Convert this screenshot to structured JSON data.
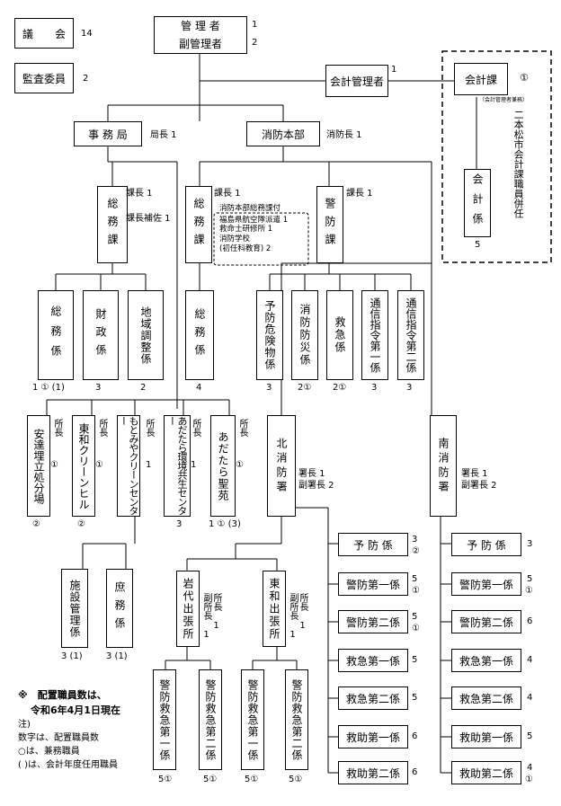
{
  "top": {
    "council": "議　　会",
    "council_n": "14",
    "audit": "監査委員",
    "audit_n": "2",
    "admin": "管 理 者",
    "admin_n": "1",
    "vice": "副管理者",
    "vice_n": "2"
  },
  "accounting": {
    "manager": "会計管理者",
    "manager_n": "1",
    "div": "会計課",
    "div_n": "①",
    "div_note": "（会計管理者兼務）",
    "concurrent": "二本松市会計課職員併任",
    "sec": "会計係",
    "sec_n": "5"
  },
  "secretariat": {
    "name": "事 務 局",
    "head": "局長 1",
    "general": "総務課",
    "general_staff": "課長 1",
    "general_staff2": "課長補佐 1",
    "secs": [
      {
        "name": "総務係",
        "n": "1 ① (1)"
      },
      {
        "name": "財政係",
        "n": "3"
      },
      {
        "name": "地域調整係",
        "n": "2"
      }
    ]
  },
  "hq": {
    "name": "消防本部",
    "head": "消防長 1",
    "general": "総務課",
    "general_staff": "課長 1",
    "dispatch_title": "消防本部総務課付",
    "dispatch": [
      "福島県航空隊派遣 1",
      "救命士研修所 1",
      "消防学校",
      "(初任科教育) 2"
    ],
    "general_sec": "総務係",
    "general_sec_n": "4",
    "guard": "警防課",
    "guard_staff": "課長 1",
    "guard_secs": [
      {
        "name": "予防危険物係",
        "n": "3"
      },
      {
        "name": "消防防災係",
        "n": "2①"
      },
      {
        "name": "救急係",
        "n": "2①"
      },
      {
        "name": "通信指令第一係",
        "n": "3"
      },
      {
        "name": "通信指令第二係",
        "n": "3"
      }
    ]
  },
  "facilities": [
    {
      "name": "安達埋立処分場",
      "head": "所長",
      "head_n": "①",
      "n": "②"
    },
    {
      "name": "東和クリーンヒル",
      "head": "所長",
      "head_n": "①",
      "n": "②"
    },
    {
      "name": "もとみやクリーンセンター",
      "head": "所長",
      "head_n": "1",
      "n": ""
    },
    {
      "name": "あだたら環境共生センター",
      "head": "所長",
      "head_n": "1",
      "n": "3"
    },
    {
      "name": "あだたら聖苑",
      "head": "所長",
      "head_n": "①",
      "n": "1 ① (3)"
    }
  ],
  "motomiya_secs": [
    {
      "name": "施設管理係",
      "n": "3 (1)"
    },
    {
      "name": "庶務係",
      "n": "3 (1)"
    }
  ],
  "north": {
    "name": "北消防署",
    "staff1": "署長 1",
    "staff2": "副署長 2",
    "branches": [
      {
        "name": "岩代出張所",
        "staff": "所長 1　副所長 1"
      },
      {
        "name": "東和出張所",
        "staff": "所長 1　副所長 1"
      }
    ],
    "branch_secs": [
      {
        "name": "警防救急第一係",
        "n": "5①"
      },
      {
        "name": "警防救急第二係",
        "n": "5①"
      },
      {
        "name": "警防救急第一係",
        "n": "5①"
      },
      {
        "name": "警防救急第二係",
        "n": "5①"
      }
    ],
    "secs": [
      {
        "name": "予 防 係",
        "n": "3",
        "n2": "②"
      },
      {
        "name": "警防第一係",
        "n": "5",
        "n2": "①"
      },
      {
        "name": "警防第二係",
        "n": "5",
        "n2": "①"
      },
      {
        "name": "救急第一係",
        "n": "5",
        "n2": ""
      },
      {
        "name": "救急第二係",
        "n": "5",
        "n2": ""
      },
      {
        "name": "救助第一係",
        "n": "6",
        "n2": ""
      },
      {
        "name": "救助第二係",
        "n": "6",
        "n2": ""
      }
    ]
  },
  "south": {
    "name": "南消防署",
    "staff1": "署長 1",
    "staff2": "副署長 2",
    "secs": [
      {
        "name": "予 防 係",
        "n": "3",
        "n2": ""
      },
      {
        "name": "警防第一係",
        "n": "5",
        "n2": "①"
      },
      {
        "name": "警防第二係",
        "n": "6",
        "n2": ""
      },
      {
        "name": "救急第一係",
        "n": "4",
        "n2": ""
      },
      {
        "name": "救急第二係",
        "n": "4",
        "n2": ""
      },
      {
        "name": "救助第一係",
        "n": "5",
        "n2": ""
      },
      {
        "name": "救助第二係",
        "n": "4",
        "n2": "①"
      }
    ]
  },
  "notes": {
    "title": "※　配置職員数は、",
    "date": "令和6年4月1日現在",
    "l1": "注)",
    "l2": "数字は、配置職員数",
    "l3": "○は、兼務職員",
    "l4": "( )は、会計年度任用職員"
  }
}
